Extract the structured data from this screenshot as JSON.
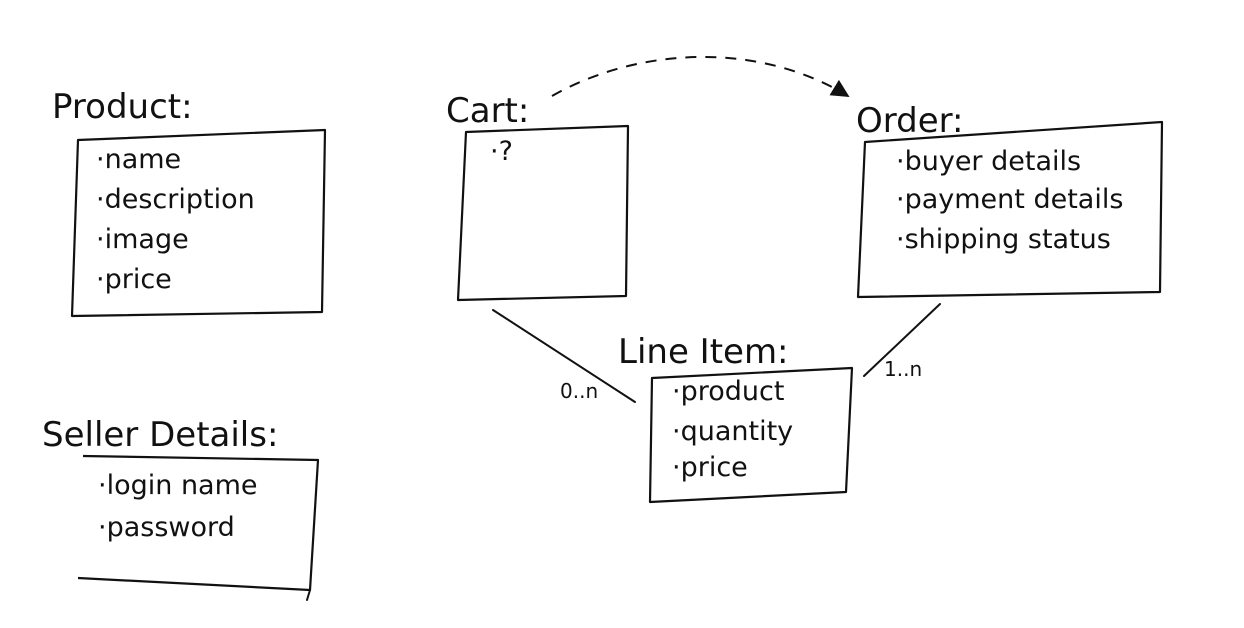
{
  "entities": {
    "product": {
      "title": "Product:",
      "items": [
        "name",
        "description",
        "image",
        "price"
      ]
    },
    "seller": {
      "title": "Seller Details:",
      "items": [
        "login name",
        "password"
      ]
    },
    "cart": {
      "title": "Cart:",
      "items": [
        "?"
      ]
    },
    "order": {
      "title": "Order:",
      "items": [
        "buyer details",
        "payment details",
        "shipping status"
      ]
    },
    "line_item": {
      "title": "Line Item:",
      "items": [
        "product",
        "quantity",
        "price"
      ]
    }
  },
  "relations": {
    "cart_line_item": "0..n",
    "order_line_item": "1..n"
  }
}
